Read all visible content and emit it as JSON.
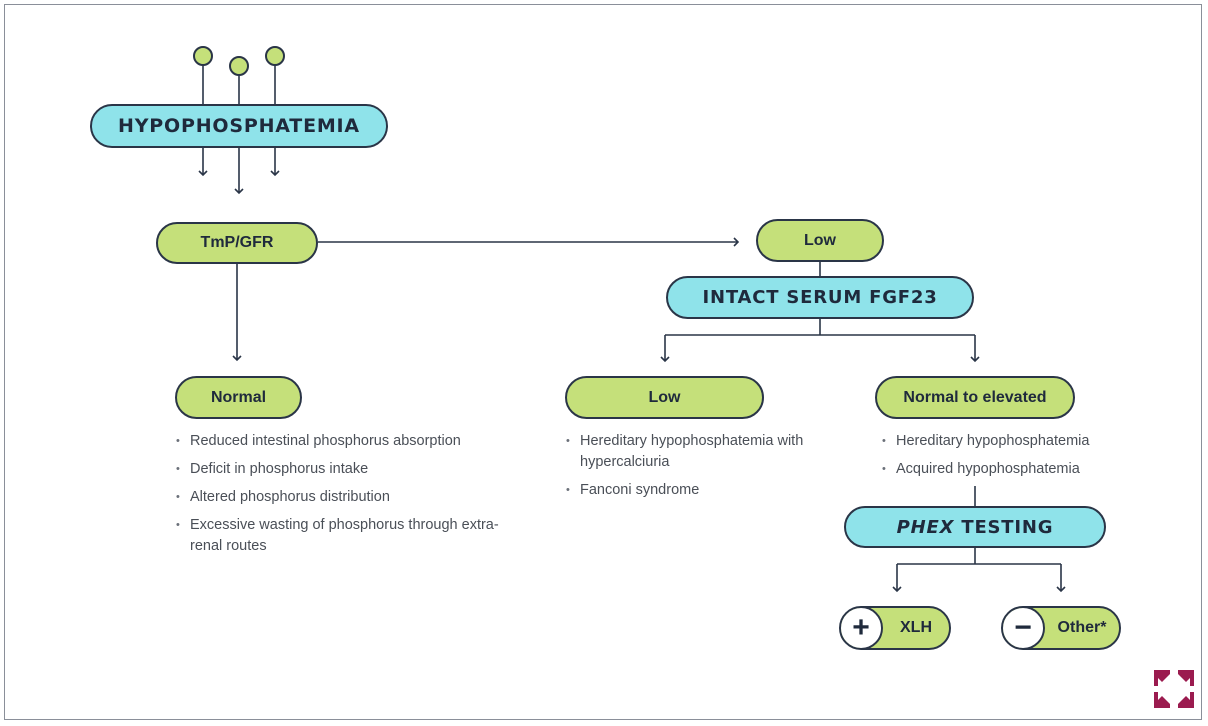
{
  "title": "HYPOPHOSPHATEMIA",
  "nodes": {
    "tmp_gfr": "TmP/GFR",
    "normal": "Normal",
    "low_tmp": "Low",
    "fgf23": "INTACT SERUM FGF23",
    "low_fgf23": "Low",
    "normal_elevated": "Normal to elevated",
    "phex_italic": "PHEX",
    "phex_rest": " TESTING",
    "xlh": "XLH",
    "other": "Other*"
  },
  "results": {
    "positive_symbol": "+",
    "negative_symbol": "−"
  },
  "normal_causes": [
    "Reduced intestinal phosphorus absorption",
    "Deficit in phosphorus intake",
    "Altered phosphorus distribution",
    "Excessive wasting of phosphorus through extra-renal routes"
  ],
  "low_fgf23_causes": [
    "Hereditary hypophosphatemia with hypercalciuria",
    "Fanconi syndrome"
  ],
  "elevated_fgf23_causes": [
    "Hereditary hypophosphatemia",
    "Acquired hypophosphatemia"
  ],
  "colors": {
    "green": "#c5e07a",
    "cyan": "#8fe3ea",
    "outline": "#2a3547",
    "logo": "#9b1b4f"
  },
  "icons": [
    "plus-icon",
    "minus-icon",
    "expand-arrows-logo-icon"
  ]
}
